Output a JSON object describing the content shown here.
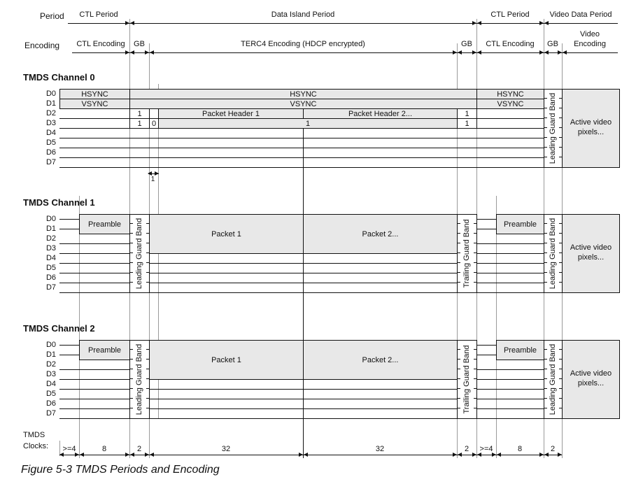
{
  "header": {
    "period_label": "Period",
    "encoding_label": "Encoding",
    "periods": [
      "CTL Period",
      "Data Island Period",
      "CTL Period",
      "Video Data Period"
    ],
    "encodings": [
      "CTL Encoding",
      "GB",
      "TERC4 Encoding (HDCP encrypted)",
      "GB",
      "CTL Encoding",
      "GB"
    ],
    "video_encoding_line1": "Video",
    "video_encoding_line2": "Encoding"
  },
  "channel_titles": [
    "TMDS Channel 0",
    "TMDS Channel 1",
    "TMDS Channel 2"
  ],
  "d_labels": [
    "D0",
    "D1",
    "D2",
    "D3",
    "D4",
    "D5",
    "D6",
    "D7"
  ],
  "signals": {
    "hsync": "HSYNC",
    "vsync": "VSYNC",
    "bit_one": "1",
    "bit_zero": "0",
    "packet_header_1": "Packet Header 1",
    "packet_header_2": "Packet Header 2...",
    "packet_1": "Packet 1",
    "packet_2": "Packet 2...",
    "preamble": "Preamble",
    "leading_guard_band": "Leading Guard Band",
    "trailing_guard_band": "Trailing Guard Band",
    "active_video_line1": "Active video",
    "active_video_line2": "pixels...",
    "one_clock_width": "1"
  },
  "clocks": {
    "label_line1": "TMDS",
    "label_line2": "Clocks:",
    "values": [
      ">=4",
      "8",
      "2",
      "32",
      "32",
      "2",
      ">=4",
      "8",
      "2"
    ]
  },
  "caption": "Figure 5-3 TMDS Periods and Encoding",
  "colors": {
    "box_fill": "#e8e8e8",
    "guide_line": "#9a9a9a",
    "ink": "#111111"
  }
}
